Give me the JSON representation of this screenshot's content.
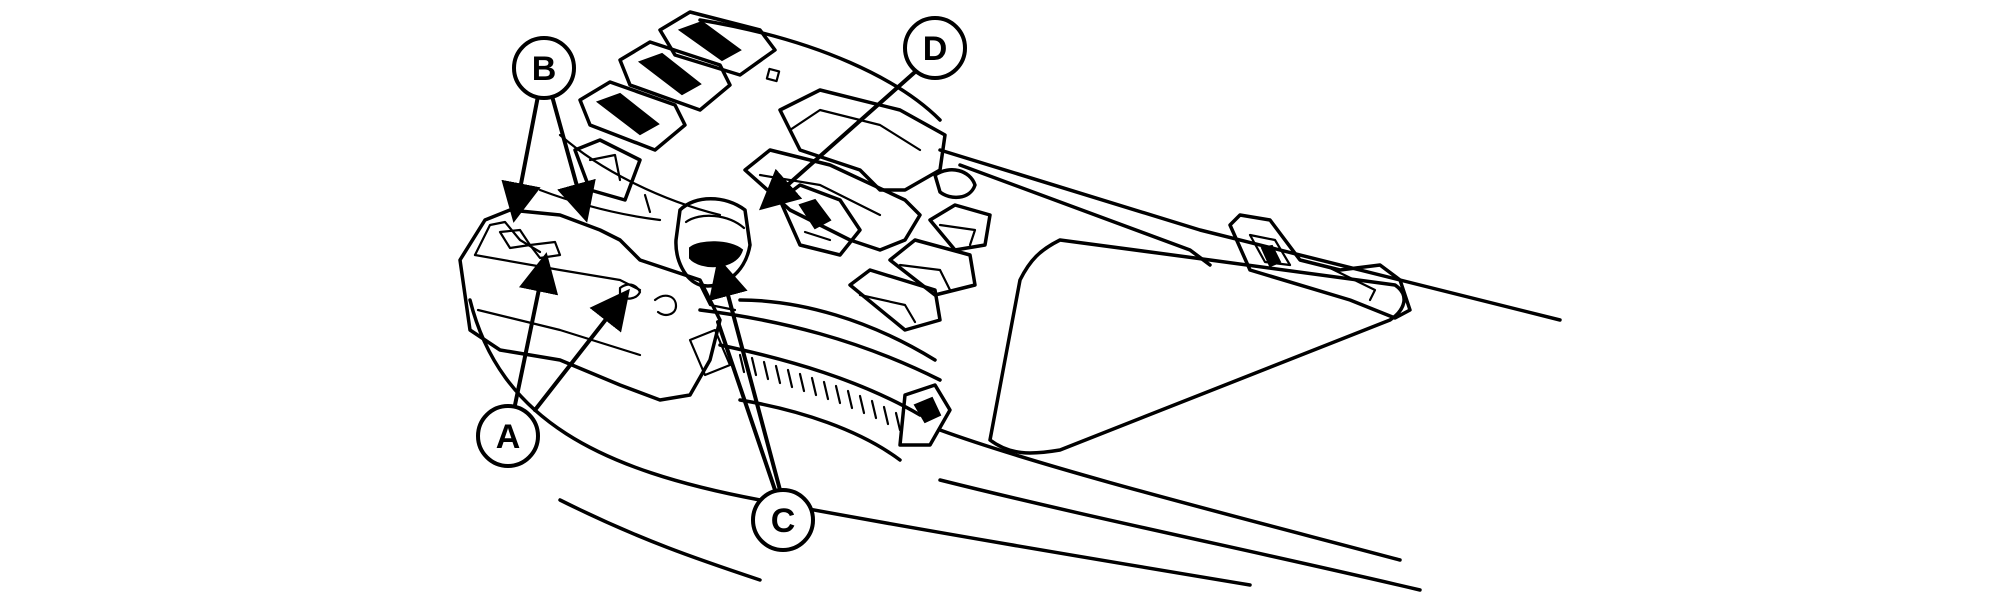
{
  "figure": {
    "type": "line-illustration",
    "subject": "console-with-callouts",
    "line_color": "#000000",
    "background_color": "#ffffff"
  },
  "callouts": [
    {
      "id": "A",
      "label": "A"
    },
    {
      "id": "B",
      "label": "B"
    },
    {
      "id": "C",
      "label": "C"
    },
    {
      "id": "D",
      "label": "D"
    }
  ]
}
